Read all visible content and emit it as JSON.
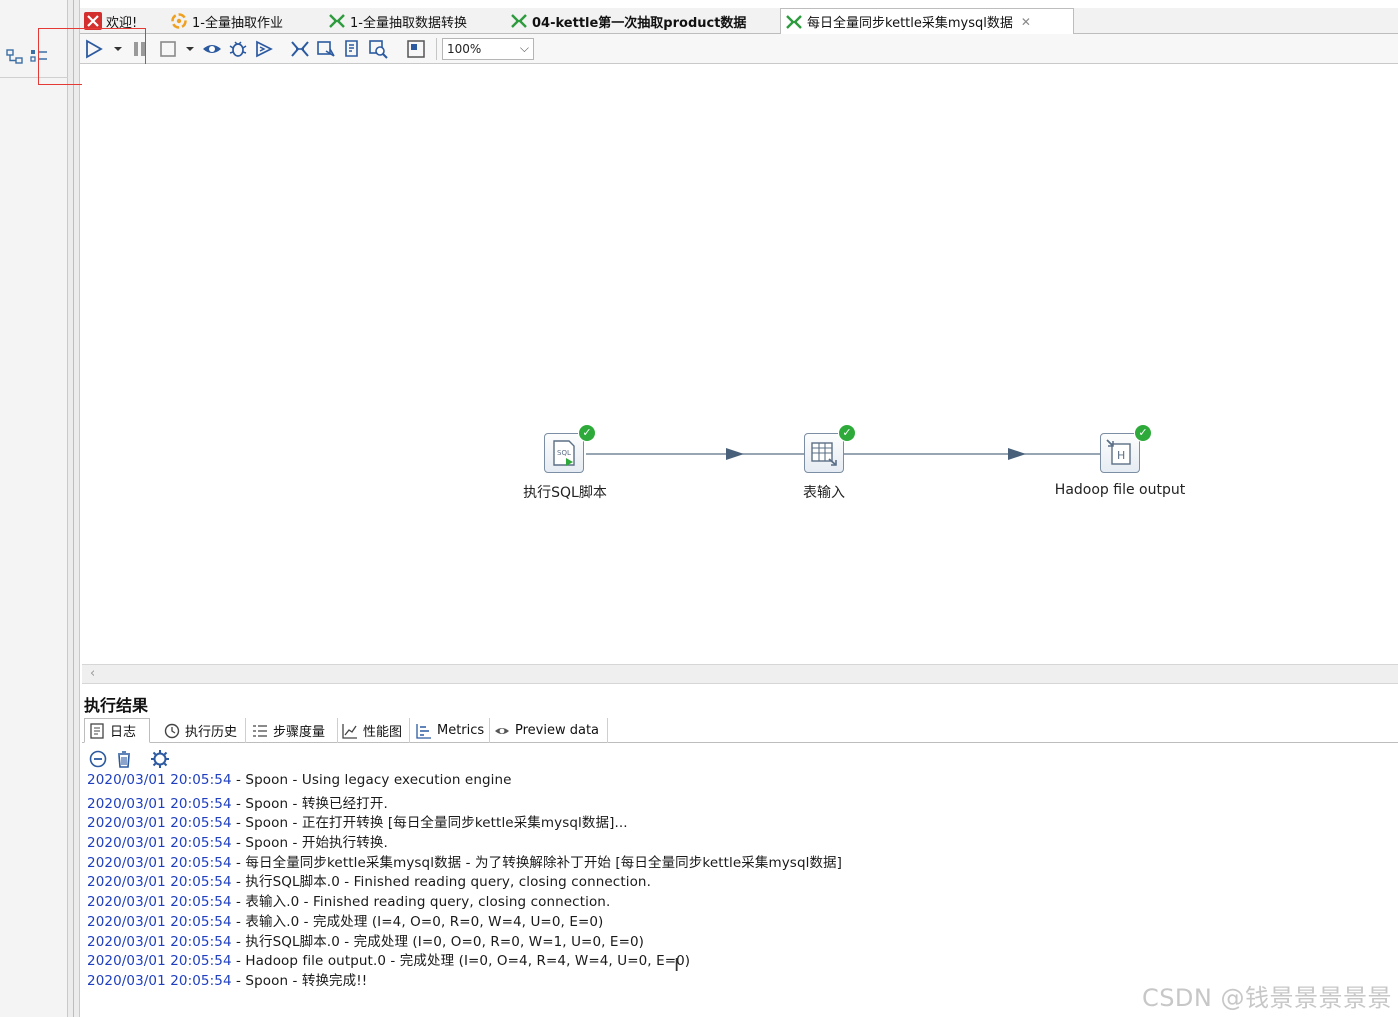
{
  "tabs": [
    {
      "label": "欢迎!",
      "icon": "kettle-logo-icon"
    },
    {
      "label": "1-全量抽取作业",
      "icon": "job-icon"
    },
    {
      "label": "1-全量抽取数据转换",
      "icon": "transformation-icon"
    },
    {
      "label": "04-kettle第一次抽取product数据",
      "icon": "transformation-icon"
    },
    {
      "label": "每日全量同步kettle采集mysql数据",
      "icon": "transformation-icon",
      "active": true
    }
  ],
  "toolbar": {
    "zoom": "100%"
  },
  "steps": [
    {
      "label": "执行SQL脚本",
      "icon": "sql-script-icon"
    },
    {
      "label": "表输入",
      "icon": "table-input-icon"
    },
    {
      "label": "Hadoop file output",
      "icon": "hadoop-file-output-icon"
    }
  ],
  "results": {
    "title": "执行结果",
    "tabs": [
      {
        "label": "日志",
        "icon": "log-icon"
      },
      {
        "label": "执行历史",
        "icon": "history-icon"
      },
      {
        "label": "步骤度量",
        "icon": "step-metrics-icon"
      },
      {
        "label": "性能图",
        "icon": "performance-graph-icon"
      },
      {
        "label": "Metrics",
        "icon": "metrics-icon"
      },
      {
        "label": "Preview data",
        "icon": "preview-eye-icon"
      }
    ],
    "log": [
      {
        "ts": "2020/03/01 20:05:54",
        "msg": " - Spoon - Using legacy execution engine"
      },
      {
        "ts": "2020/03/01 20:05:54",
        "msg": " - Spoon - 转换已经打开."
      },
      {
        "ts": "2020/03/01 20:05:54",
        "msg": " - Spoon - 正在打开转换 [每日全量同步kettle采集mysql数据]..."
      },
      {
        "ts": "2020/03/01 20:05:54",
        "msg": " - Spoon - 开始执行转换."
      },
      {
        "ts": "2020/03/01 20:05:54",
        "msg": " - 每日全量同步kettle采集mysql数据 - 为了转换解除补丁开始  [每日全量同步kettle采集mysql数据]"
      },
      {
        "ts": "2020/03/01 20:05:54",
        "msg": " - 执行SQL脚本.0 - Finished reading query, closing connection."
      },
      {
        "ts": "2020/03/01 20:05:54",
        "msg": " - 表输入.0 - Finished reading query, closing connection."
      },
      {
        "ts": "2020/03/01 20:05:54",
        "msg": " - 表输入.0 - 完成处理 (I=4, O=0, R=0, W=4, U=0, E=0)"
      },
      {
        "ts": "2020/03/01 20:05:54",
        "msg": " - 执行SQL脚本.0 - 完成处理 (I=0, O=0, R=0, W=1, U=0, E=0)"
      },
      {
        "ts": "2020/03/01 20:05:54",
        "msg": " - Hadoop file output.0 - 完成处理 (I=0, O=4, R=4, W=4, U=0, E=0)"
      },
      {
        "ts": "2020/03/01 20:05:54",
        "msg": " - Spoon - 转换完成!!"
      }
    ]
  },
  "watermark": "CSDN @钱景景景景景",
  "colors": {
    "timestamp": "#1f3fbf",
    "success_check": "#2eaa3a",
    "highlight": "#e53935"
  }
}
